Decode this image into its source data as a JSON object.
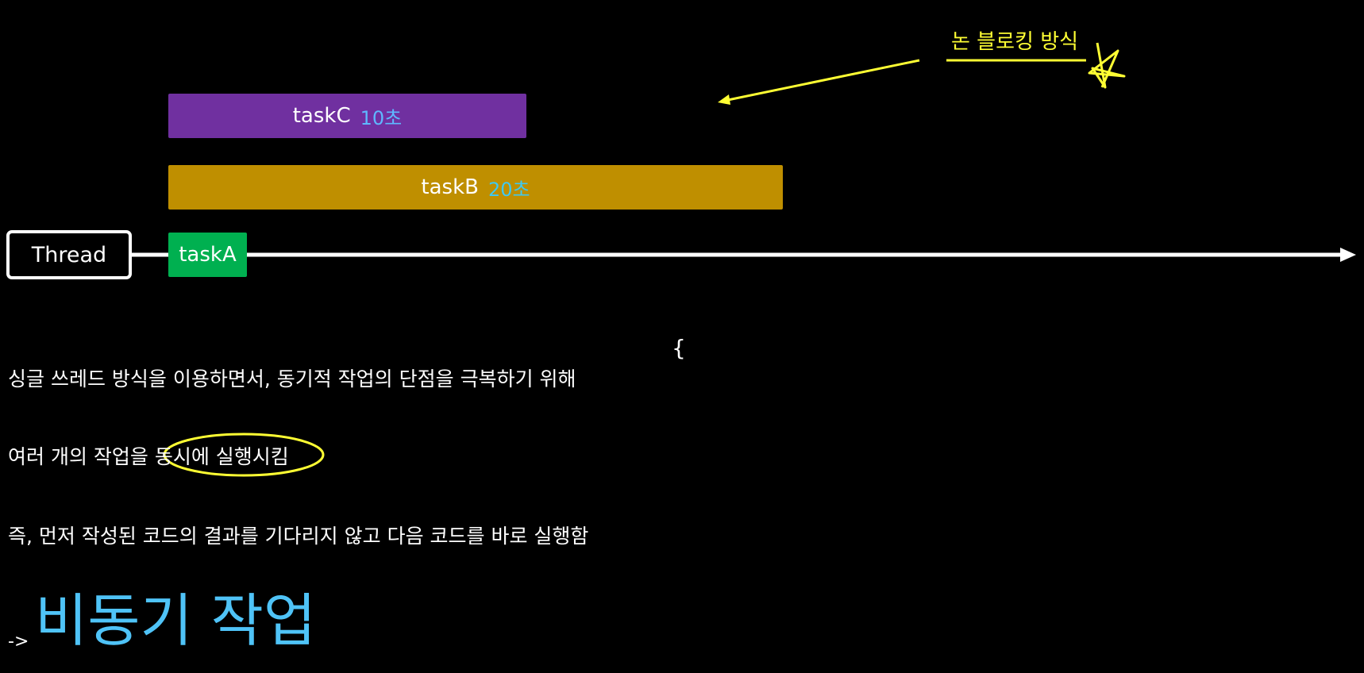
{
  "colors": {
    "background": "#000000",
    "task_c": "#7030A0",
    "task_b": "#BF8F00",
    "task_a": "#00B050",
    "task_c_duration": "#5EB8FF",
    "task_b_duration": "#3FC8F0",
    "annotation": "#FFFF33",
    "result_title": "#4FC3F7",
    "thread_line": "#FFFFFF"
  },
  "thread": {
    "label": "Thread"
  },
  "tasks": {
    "c": {
      "name": "taskC",
      "duration": "10초"
    },
    "b": {
      "name": "taskB",
      "duration": "20초"
    },
    "a": {
      "name": "taskA"
    }
  },
  "annotation": {
    "label": "논 블로킹 방식"
  },
  "brace": "{",
  "body": {
    "line1": "싱글 쓰레드 방식을 이용하면서, 동기적 작업의 단점을 극복하기 위해",
    "line2_before": "여러 개의 작업을 ",
    "line2_highlight": "동시에 실행시킴",
    "line3": "즉, 먼저 작성된 코드의 결과를 기다리지 않고 다음 코드를 바로 실행함"
  },
  "result": {
    "arrow": "->",
    "title": "비동기 작업"
  }
}
